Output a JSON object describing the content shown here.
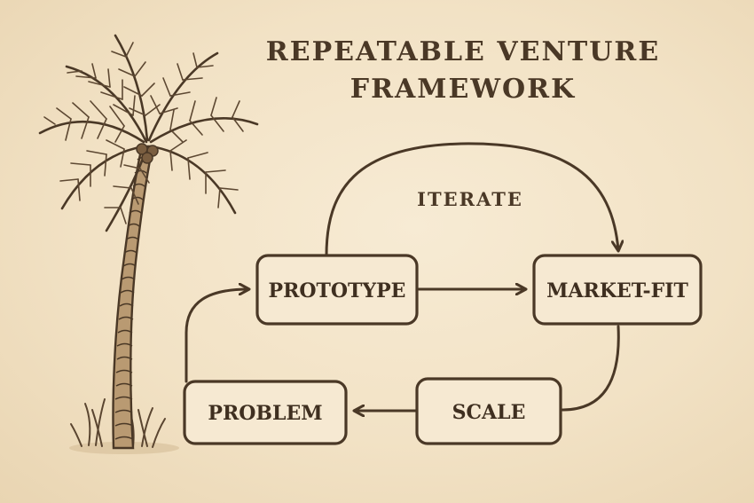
{
  "title": {
    "line1": "REPEATABLE VENTURE",
    "line2": "FRAMEWORK"
  },
  "nodes": {
    "prototype": "PROTOTYPE",
    "market_fit": "MARKET-FIT",
    "scale": "SCALE",
    "problem": "PROBLEM"
  },
  "edges": {
    "iterate_label": "ITERATE"
  },
  "colors": {
    "ink": "#4a3826",
    "paper": "#f3e4c9",
    "box_fill": "#f6e9d2"
  },
  "decoration": {
    "illustration": "palm-tree-icon"
  }
}
